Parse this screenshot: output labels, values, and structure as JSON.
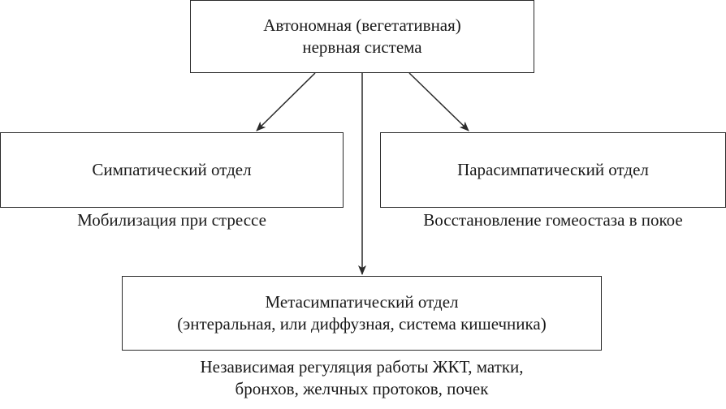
{
  "root": {
    "line1": "Автономная (вегетативная)",
    "line2": "нервная система"
  },
  "sympathetic": {
    "label": "Симпатический отдел",
    "caption": "Мобилизация при стрессе"
  },
  "parasympathetic": {
    "label": "Парасимпатический отдел",
    "caption": "Восстановление гомеостаза в покое"
  },
  "metasympathetic": {
    "line1": "Метасимпатический отдел",
    "line2": "(энтеральная, или диффузная, система кишечника)",
    "caption_line1": "Независимая регуляция работы ЖКТ, матки,",
    "caption_line2": "бронхов, желчных протоков, почек"
  },
  "colors": {
    "line": "#2a2a2a",
    "text": "#1a1a1a",
    "background": "#ffffff"
  }
}
